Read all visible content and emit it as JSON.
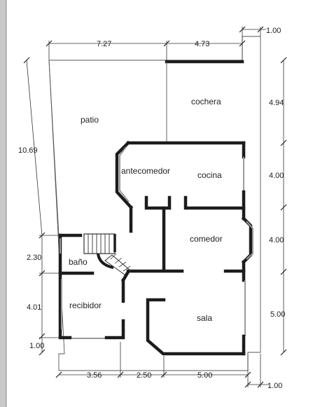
{
  "rooms": {
    "patio": "patio",
    "cochera": "cochera",
    "antecomedor": "antecomedor",
    "cocina": "cocina",
    "comedor": "comedor",
    "bano": "baño",
    "recibidor": "recibidor",
    "sala": "sala"
  },
  "dimensions": {
    "top": [
      "7.27",
      "4.73",
      "1.00"
    ],
    "right": [
      "4.94",
      "4.00",
      "4.00",
      "5.00"
    ],
    "left": [
      "10.69",
      "2.30",
      "4.01",
      "1.00"
    ],
    "bottom": [
      "3.56",
      "2.50",
      "5.00",
      "1.00"
    ]
  },
  "colors": {
    "wall": "#1c1c1c",
    "frame": "#c8c8c8"
  }
}
